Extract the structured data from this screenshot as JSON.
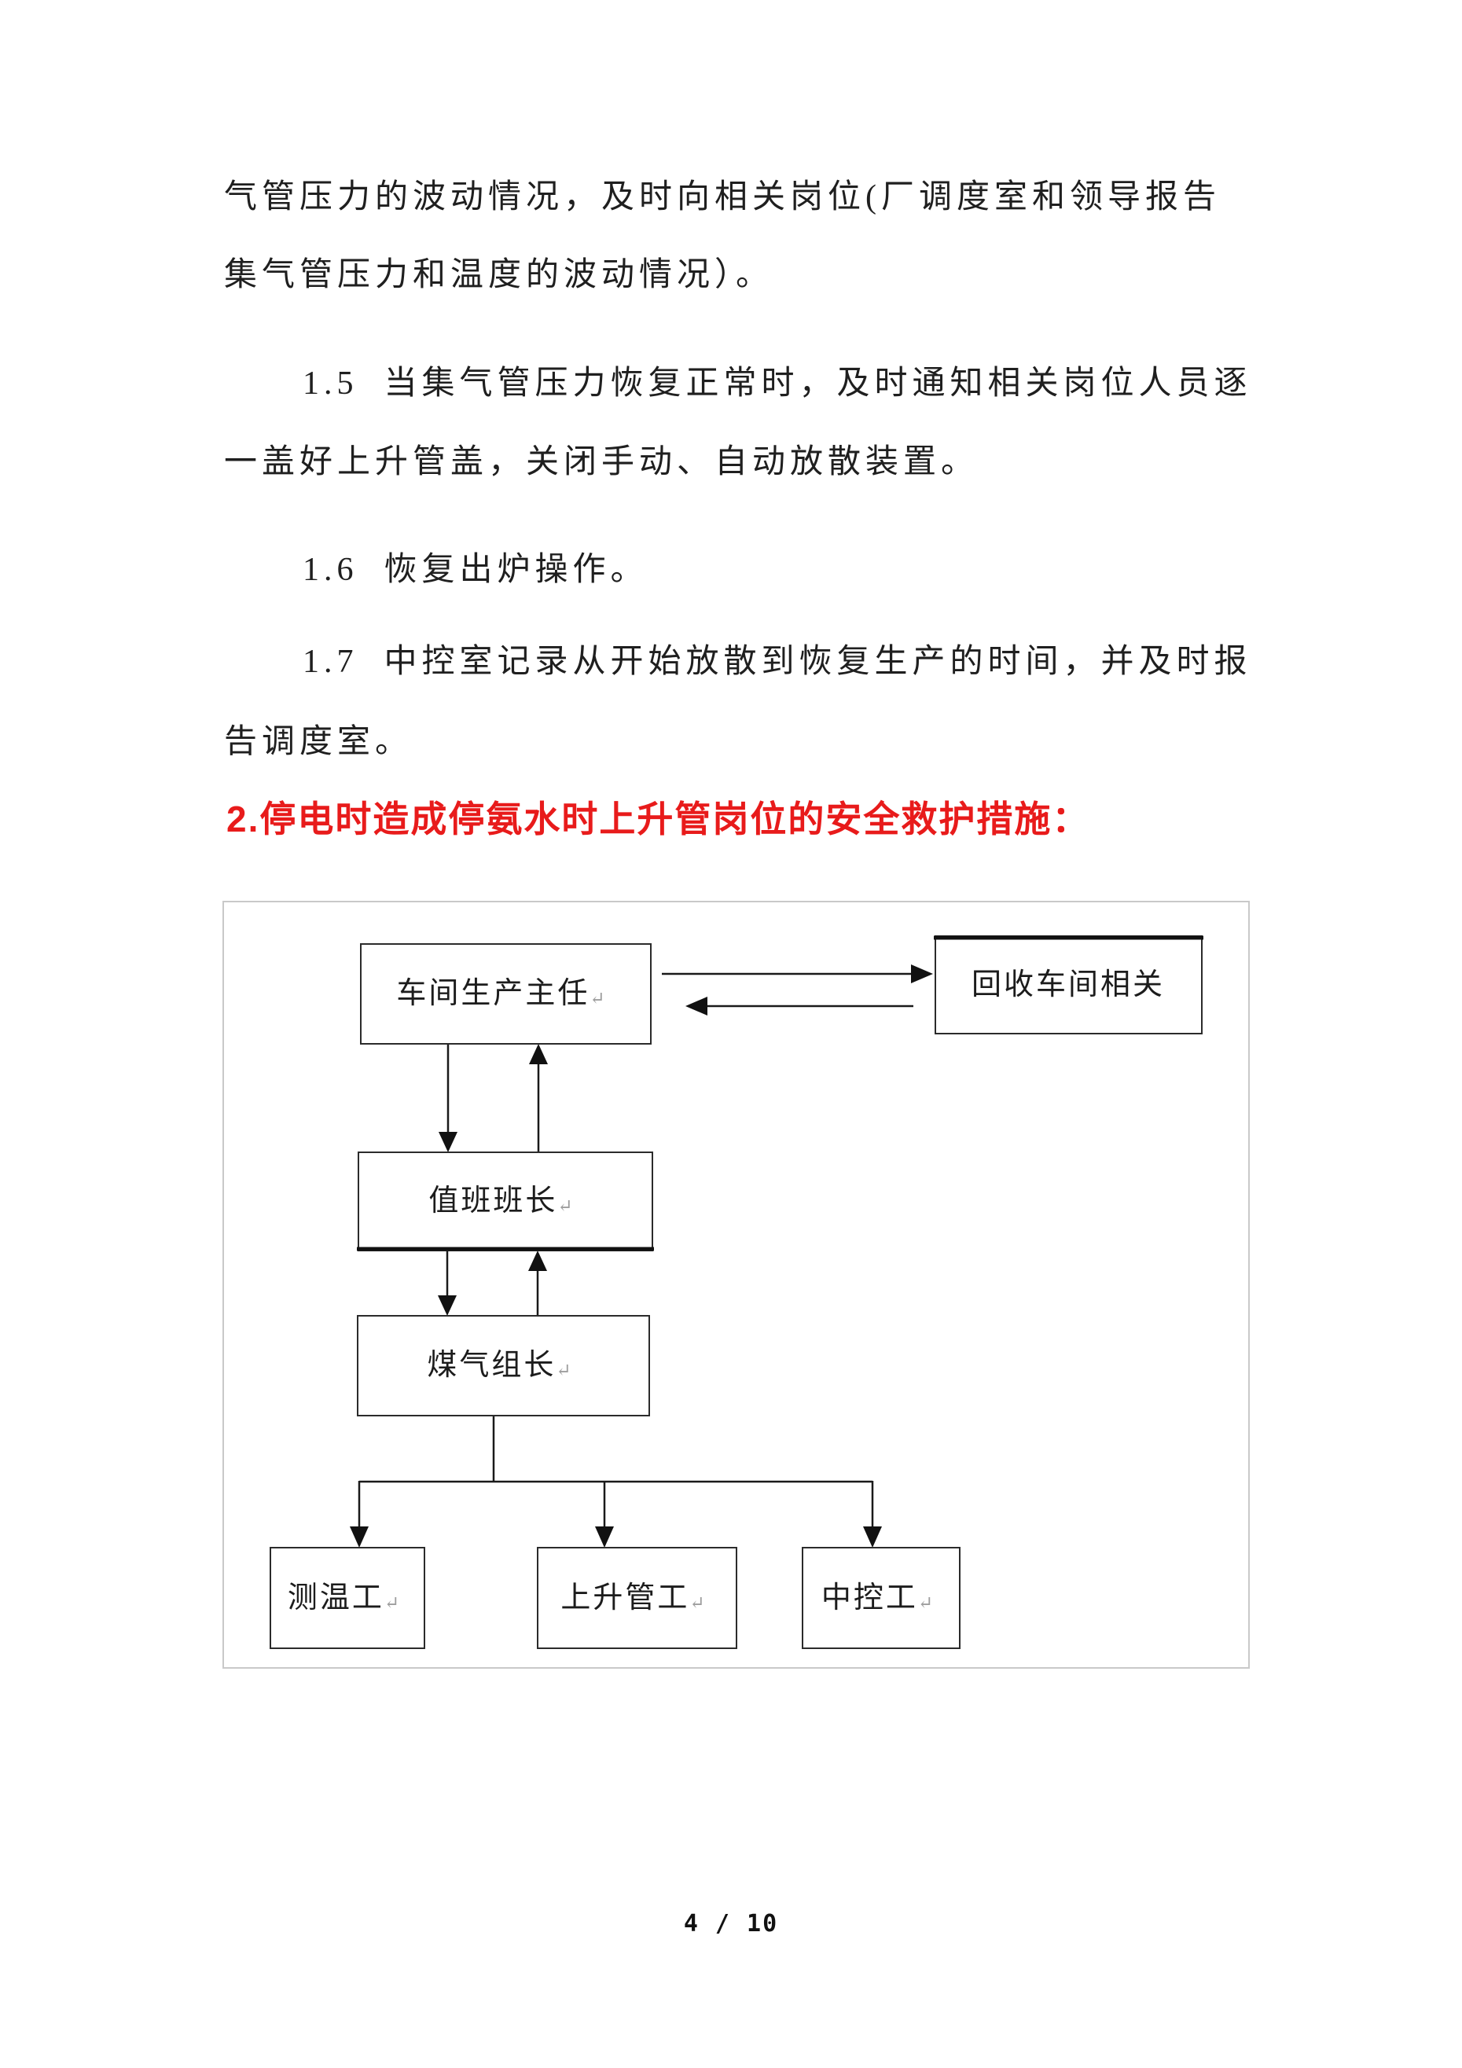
{
  "page": {
    "number_text": "4 / 10",
    "background_color": "#ffffff"
  },
  "document": {
    "body_lines": [
      {
        "text": "气管压力的波动情况，及时向相关岗位(厂调度室和领导报告"
      },
      {
        "text": "集气管压力和温度的波动情况）。"
      },
      {
        "text": "1.5  当集气管压力恢复正常时，及时通知相关岗位人员逐"
      },
      {
        "text": "一盖好上升管盖，关闭手动、自动放散装置。"
      },
      {
        "text": "1.6  恢复出炉操作。"
      },
      {
        "text": "1.7  中控室记录从开始放散到恢复生产的时间，并及时报"
      },
      {
        "text": "告调度室。"
      }
    ],
    "section_heading": {
      "text": "2.停电时造成停氨水时上升管岗位的安全救护措施：",
      "color": "#e81b1b"
    }
  },
  "flowchart": {
    "pilcrow_mark": "↵",
    "nodes": {
      "director": {
        "label": "车间生产主任"
      },
      "recycle": {
        "label": "回收车间相关"
      },
      "duty_leader": {
        "label": "值班班长"
      },
      "gas_leader": {
        "label": "煤气组长"
      },
      "temp_worker": {
        "label": "测温工"
      },
      "riser_worker": {
        "label": "上升管工"
      },
      "control_worker": {
        "label": "中控工"
      }
    }
  },
  "colors": {
    "body_text": "#1f1f1f",
    "heading_red": "#e81b1b",
    "box_border": "#2b2b2b",
    "frame_border": "#c9c9c9",
    "pilcrow_gray": "#9e9e9e"
  }
}
